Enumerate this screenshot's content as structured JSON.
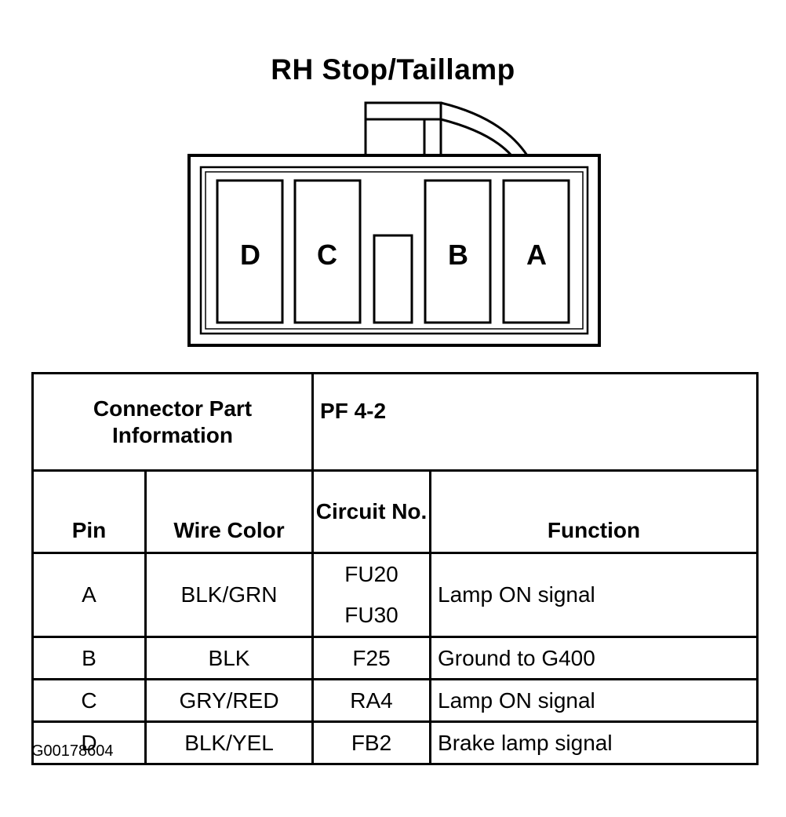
{
  "diagram": {
    "title": "RH Stop/Taillamp",
    "figure_id": "G00178604",
    "connector": {
      "pins_left_to_right": [
        "D",
        "C",
        "B",
        "A"
      ]
    }
  },
  "table": {
    "info_label": "Connector Part Information",
    "info_value": "PF 4-2",
    "headers": {
      "pin": "Pin",
      "wire_color": "Wire Color",
      "circuit": "Circuit No.",
      "function": "Function"
    },
    "rows": [
      {
        "pin": "A",
        "wire_color": "BLK/GRN",
        "circuits": [
          "FU20",
          "FU30"
        ],
        "function": "Lamp ON signal"
      },
      {
        "pin": "B",
        "wire_color": "BLK",
        "circuits": [
          "F25"
        ],
        "function": "Ground to G400"
      },
      {
        "pin": "C",
        "wire_color": "GRY/RED",
        "circuits": [
          "RA4"
        ],
        "function": "Lamp ON signal"
      },
      {
        "pin": "D",
        "wire_color": "BLK/YEL",
        "circuits": [
          "FB2"
        ],
        "function": "Brake lamp signal"
      }
    ]
  }
}
